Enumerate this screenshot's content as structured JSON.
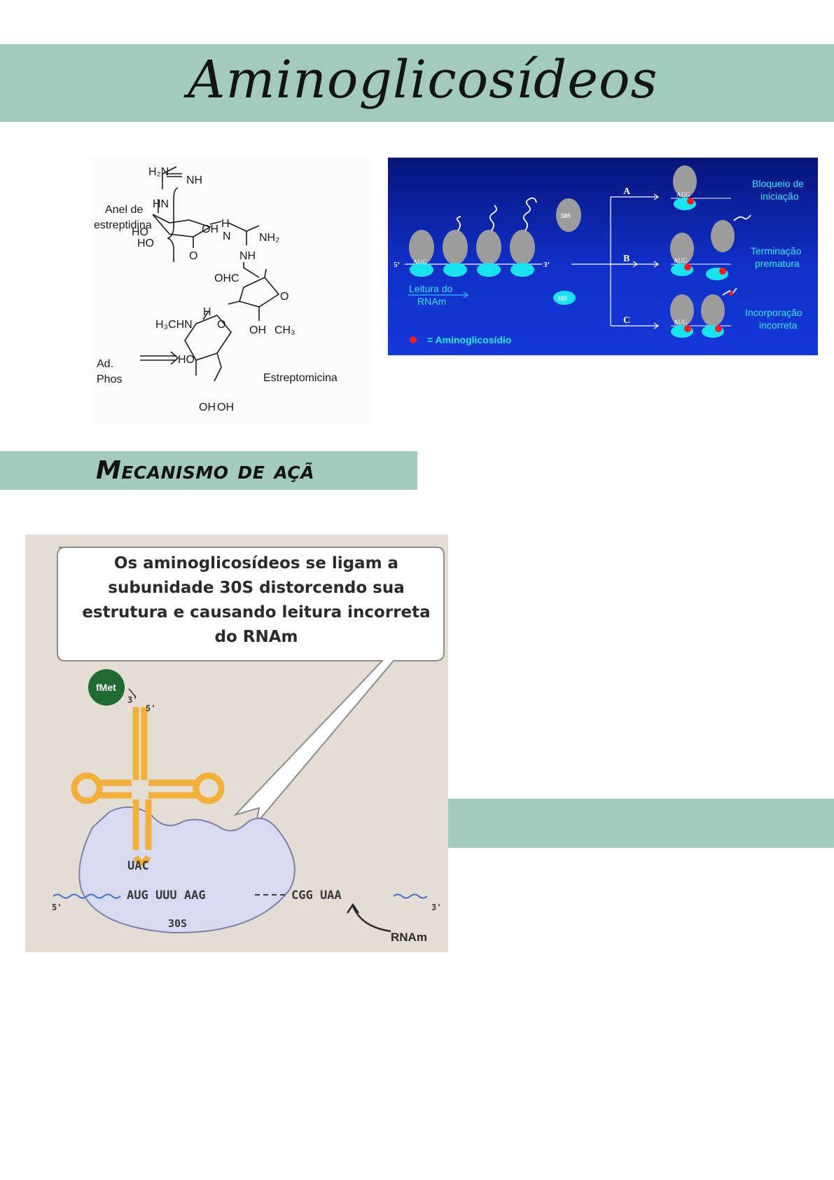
{
  "page": {
    "title": "Aminoglicosídeos",
    "section_heading": "Mecanismo de açã"
  },
  "structure_figure": {
    "ring_label_line1": "Anel de",
    "ring_label_line2": "estreptidina",
    "atoms": {
      "h2n": "H₂N",
      "nh_top": "NH",
      "hn": "HN",
      "ho1": "HO",
      "oh1": "OH",
      "h_right": "H",
      "n_right": "N",
      "nh2": "NH₂",
      "ho2": "HO",
      "nh_right": "NH",
      "o_link1": "O",
      "ohc": "OHC",
      "o_ring": "O",
      "h3chn": "H₃CHN",
      "h_small": "H",
      "o_link2": "O",
      "oh2": "OH",
      "ch3": "CH₃",
      "ho3": "HO",
      "oh3": "OH",
      "oh4": "OH"
    },
    "ad_label": "Ad.",
    "phos_label": "Phos",
    "compound_name": "Estreptomicina"
  },
  "ribosome_figure": {
    "five_prime": "5’",
    "three_prime": "3’",
    "aug": "AUG",
    "large_subunit": "50S",
    "small_subunit": "30S",
    "reading_line1": "Leitura do",
    "reading_line2": "RNAm",
    "legend": "= Aminoglicosídio",
    "branch_a": "A",
    "branch_b": "B",
    "branch_c": "C",
    "outcome_a_line1": "Bloqueio de",
    "outcome_a_line2": "iniciação",
    "outcome_b_line1": "Terminação",
    "outcome_b_line2": "prematura",
    "outcome_c_line1": "Incorporação",
    "outcome_c_line2": "incorreta",
    "colors": {
      "aminoglycoside_dot": "#ff1a1a",
      "small_subunit": "#18e4f0",
      "large_subunit": "#9c9c9c",
      "label_text": "#2ee8ff"
    }
  },
  "trna_figure": {
    "callout": "Os aminoglicosídeos se ligam a subunidade 30S distorcendo sua estrutura e causando leitura incorreta do RNAm",
    "fmet": "fMet",
    "three_prime": "3'",
    "five_prime": "5'",
    "anticodon": "UAC",
    "codons": "AUG  UUU  AAG",
    "codon_end": "CGG  UAA",
    "mrna_5": "5'",
    "mrna_3": "3'",
    "subunit_label": "30S",
    "mrna_label": "RNAm",
    "colors": {
      "trna": "#f2b039",
      "subunit": "#d8daf2",
      "fmet": "#1f6b34",
      "mrna_wave": "#3a6fd0"
    }
  }
}
